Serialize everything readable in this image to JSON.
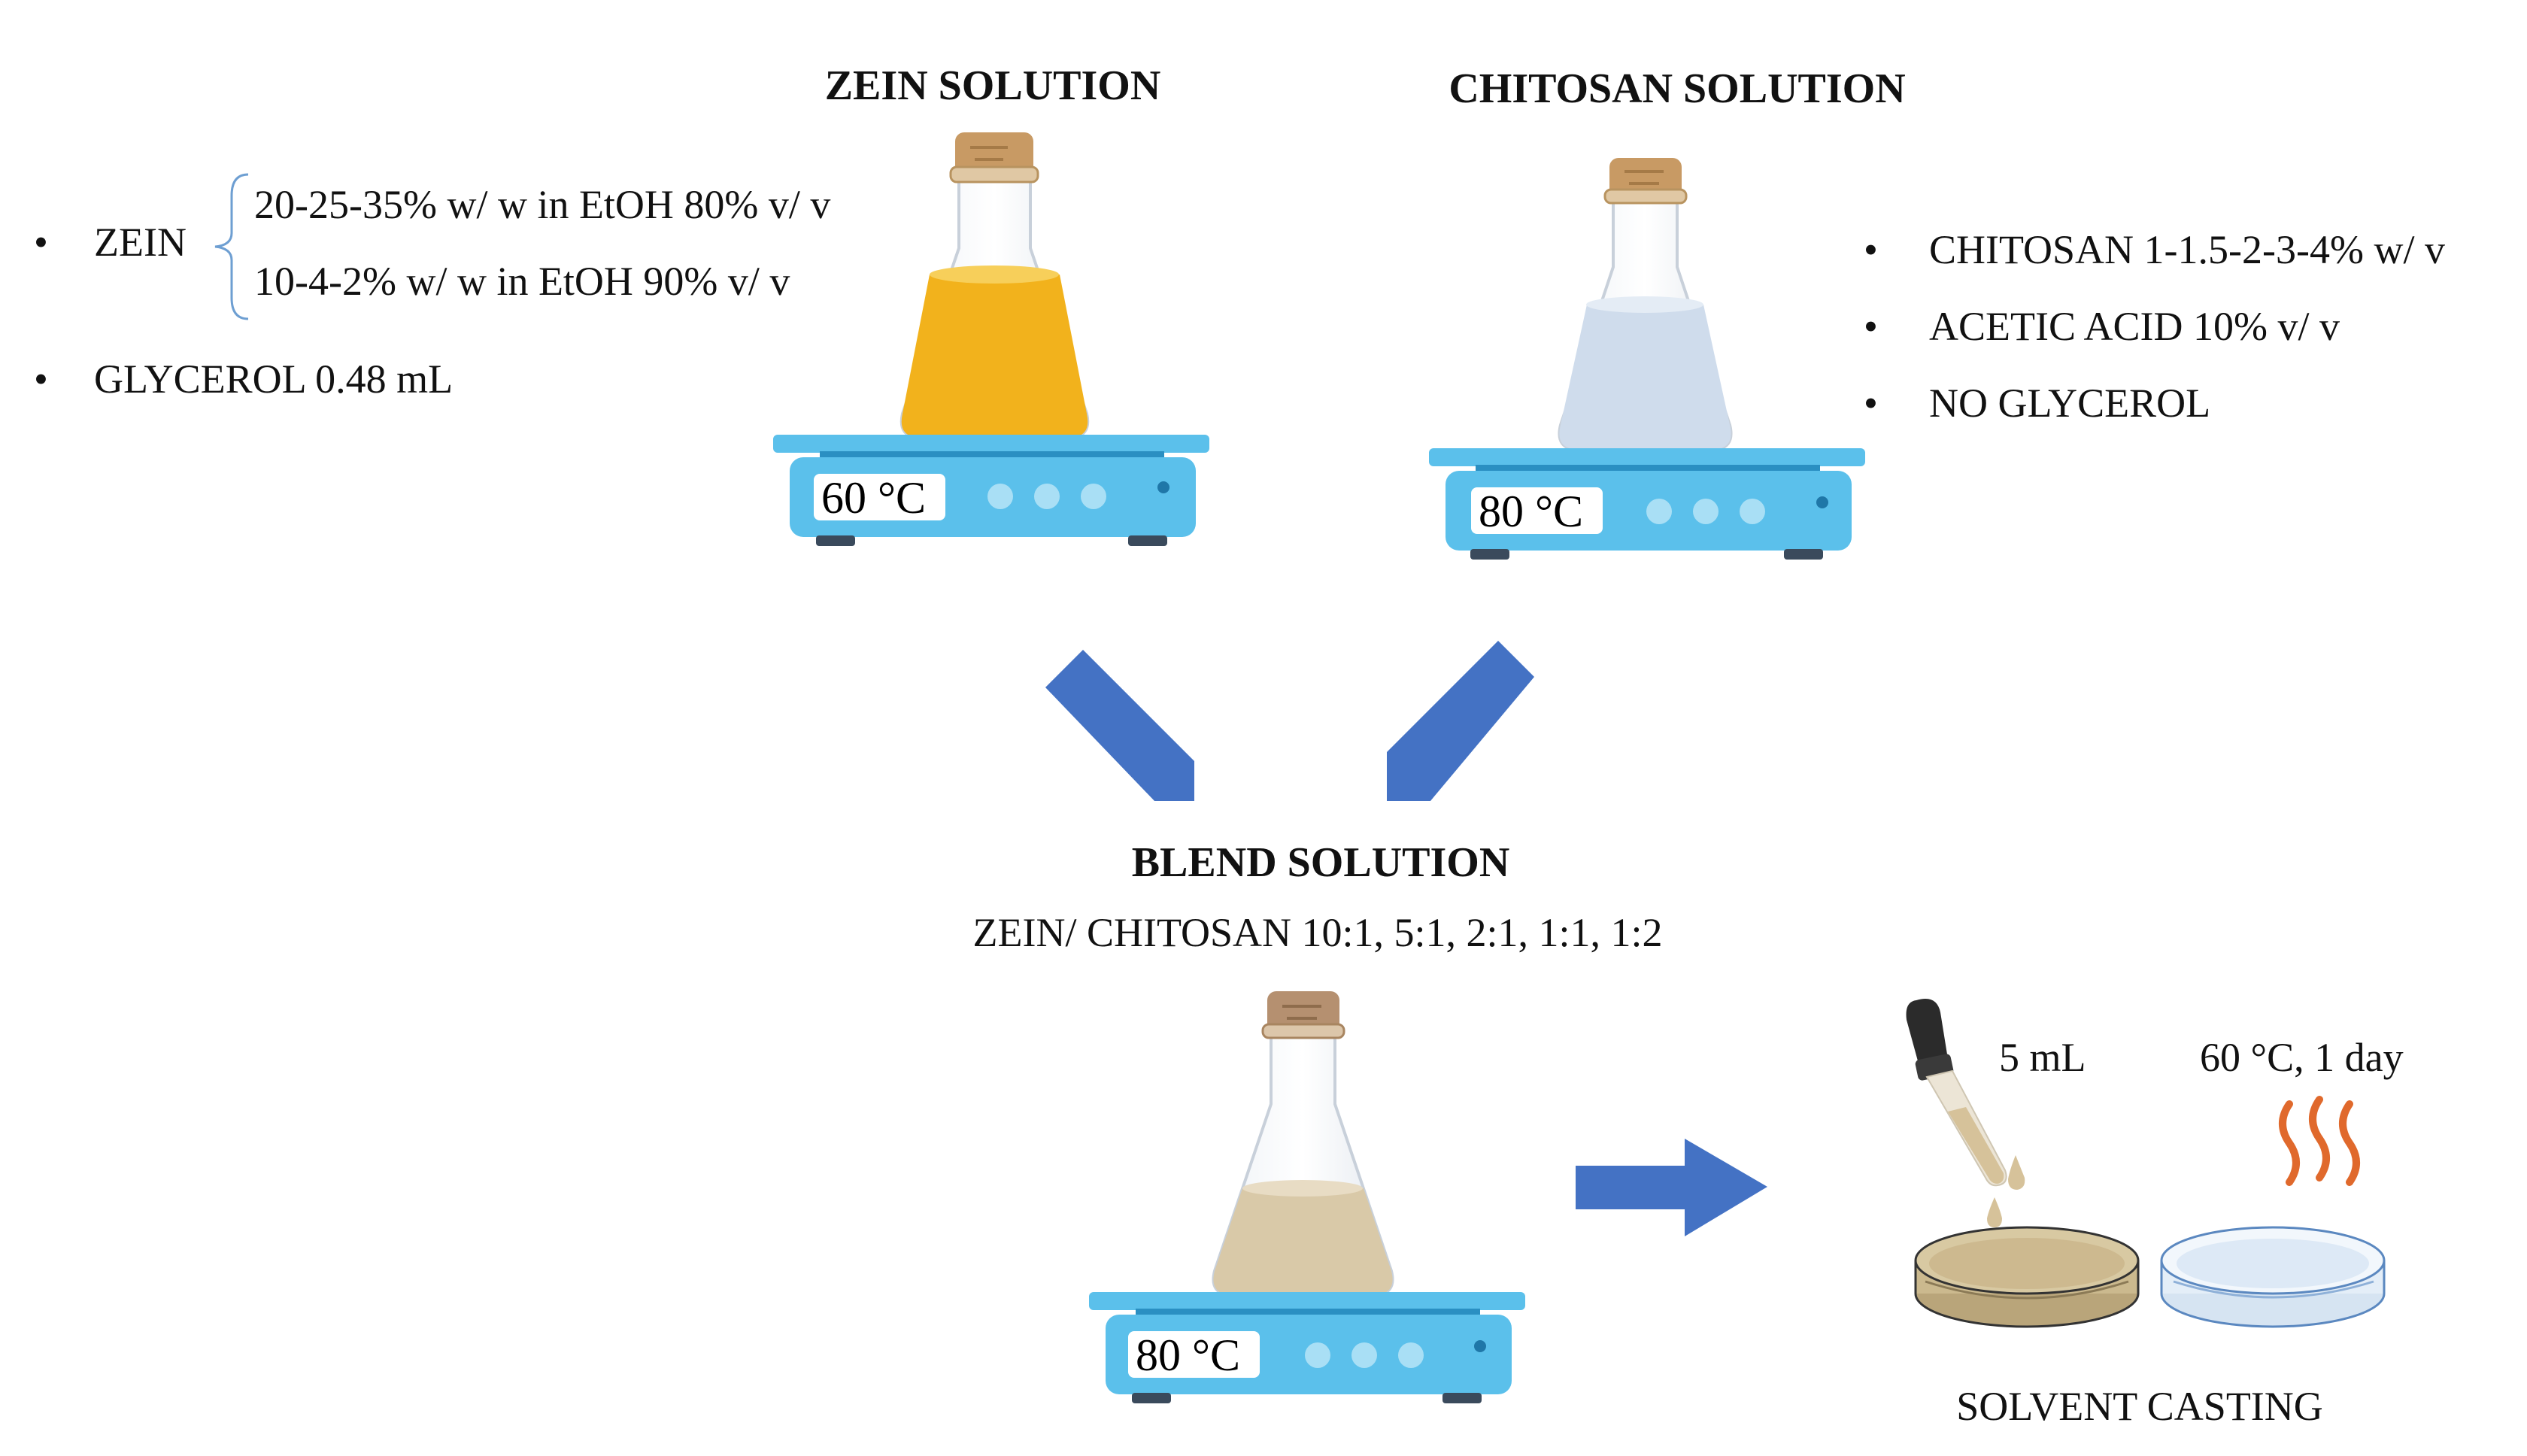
{
  "zein": {
    "title": "ZEIN SOLUTION",
    "label": "ZEIN",
    "line1": "20-25-35% w/ w in EtOH 80% v/ v",
    "line2": "10-4-2% w/ w in EtOH 90% v/ v",
    "glycerol": "GLYCEROL  0.48 mL",
    "temp": "60 °C",
    "bullet": "•"
  },
  "chitosan": {
    "title": "CHITOSAN SOLUTION",
    "items": [
      "CHITOSAN 1-1.5-2-3-4% w/ v",
      "ACETIC  ACID 10% v/ v",
      "NO GLYCEROL"
    ],
    "temp": "80 °C",
    "bullet": "•"
  },
  "blend": {
    "title": "BLEND SOLUTION",
    "ratios": "ZEIN/ CHITOSAN 10:1, 5:1, 2:1, 1:1, 1:2",
    "temp": "80 °C"
  },
  "casting": {
    "volume": "5 mL",
    "drying": "60 °C, 1 day",
    "label": "SOLVENT CASTING"
  },
  "colors": {
    "arrow": "#4472c4",
    "plate": "#5bc0eb",
    "plate_dark": "#2a8fc2",
    "zein_liquid": "#f2b21c",
    "chitosan_liquid": "#cfdcec",
    "blend_liquid": "#d9c9a8",
    "cork": "#c89a64",
    "heat": "#e0692c"
  }
}
